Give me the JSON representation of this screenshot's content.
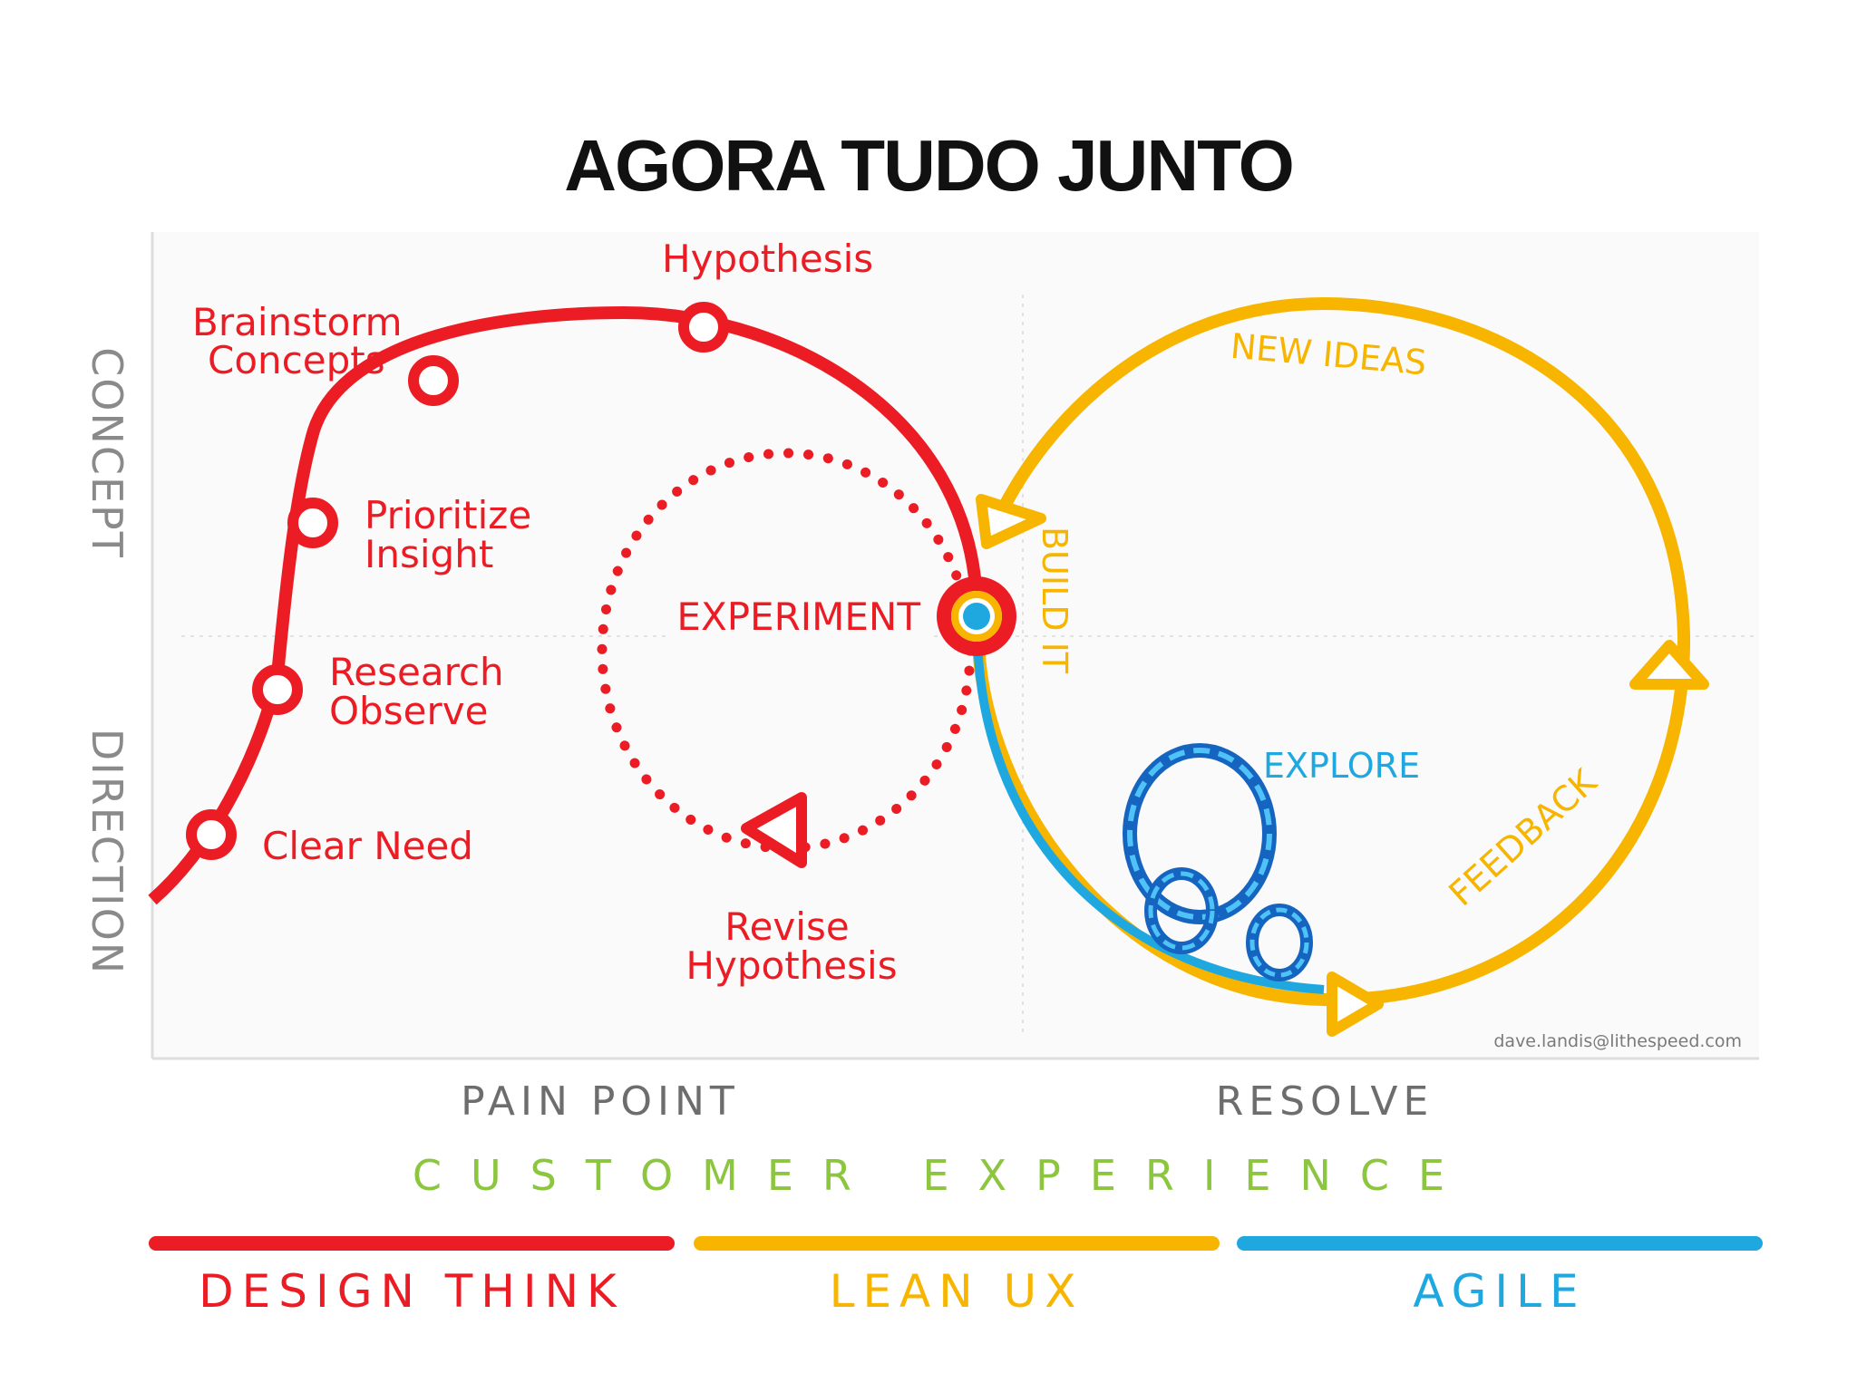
{
  "title": "AGORA TUDO JUNTO",
  "axes": {
    "y_top": "CONCEPT",
    "y_bottom": "DIRECTION",
    "x_left": "PAIN POINT",
    "x_right": "RESOLVE"
  },
  "design_think_steps": [
    "Clear Need",
    "Research",
    "Observe",
    "Prioritize",
    "Insight",
    "Brainstorm",
    "Concepts",
    "Hypothesis"
  ],
  "experiment_loop": {
    "center": "EXPERIMENT",
    "revise_line1": "Revise",
    "revise_line2": "Hypothesis"
  },
  "lean_loop": {
    "new_ideas": "NEW IDEAS",
    "build_it": "BUILD IT",
    "feedback": "FEEDBACK"
  },
  "agile_loop": {
    "explore": "EXPLORE"
  },
  "credit": "dave.landis@lithespeed.com",
  "bottom_caption": "CUSTOMER EXPERIENCE",
  "legend": [
    {
      "label": "DESIGN THINK",
      "color": "#ec1c24"
    },
    {
      "label": "LEAN UX",
      "color": "#f7b500"
    },
    {
      "label": "AGILE",
      "color": "#1fa8e0"
    }
  ],
  "colors": {
    "red": "#ec1c24",
    "yellow": "#f7b500",
    "blue": "#1fa8e0",
    "dark_blue": "#1565c0",
    "green": "#8cc63f"
  }
}
